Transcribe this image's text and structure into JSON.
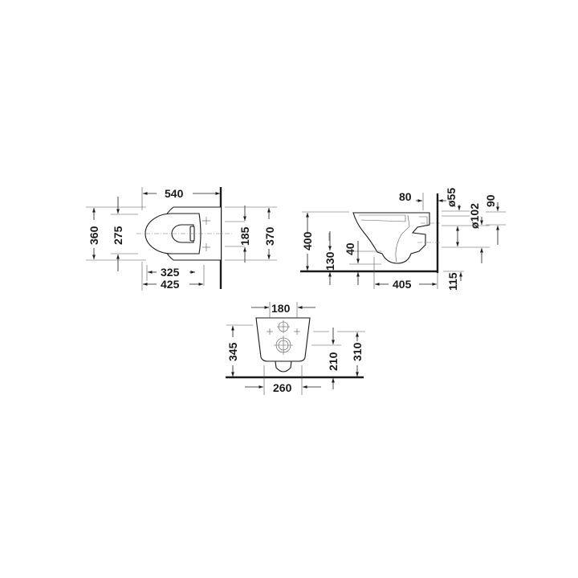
{
  "top_view": {
    "width_overall": "540",
    "depth_outer": "360",
    "depth_inner": "275",
    "fixing_spacing": "185",
    "wall_width": "370",
    "seat_length": "325",
    "bowl_length": "425"
  },
  "side_view": {
    "inlet_offset": "80",
    "inlet_diameter": "ø55",
    "outlet_diameter": "ø102",
    "inlet_height_gap": "90",
    "rim_height": "400",
    "outlet_height": "130",
    "floor_offset": "40",
    "projection": "405",
    "fixing_height": "115"
  },
  "front_view": {
    "fixing_spacing": "180",
    "rim_height": "345",
    "outlet_center_height": "210",
    "upper_fixing_height": "310",
    "base_width": "260"
  }
}
